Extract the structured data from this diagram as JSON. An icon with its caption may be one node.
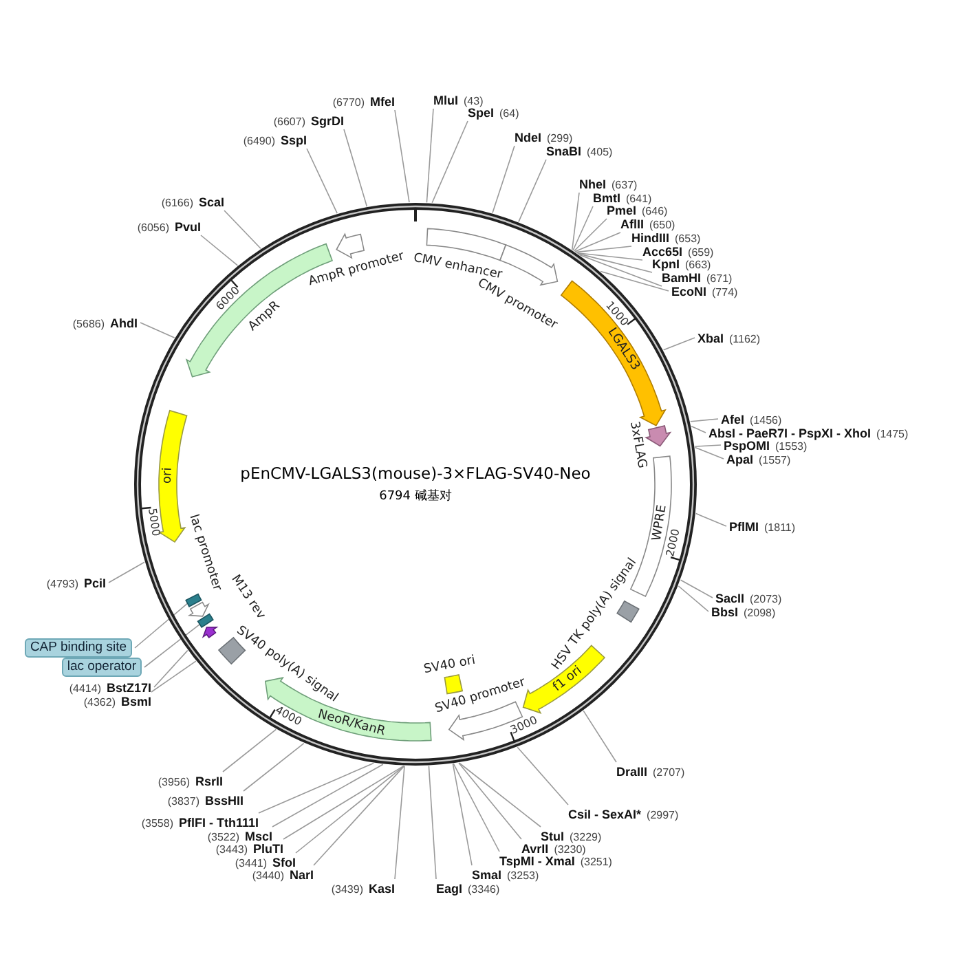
{
  "diagram": {
    "title": "pEnCMV-LGALS3(mouse)-3×FLAG-SV40-Neo",
    "nodes": [
      {
        "text": [],
        "shape": "circle"
      },
      {
        "text": [
          "AmpR promoter"
        ],
        "in": 0
      },
      {
        "text": [
          "CMV enhancer"
        ],
        "in": 0
      },
      {
        "text": [
          "CMV promoter"
        ],
        "in": 0
      },
      {
        "text": [
          "LGALS3"
        ],
        "in": 0
      },
      {
        "text": [
          "3xFLAG"
        ],
        "in": 0
      },
      {
        "text": [
          "WPRE"
        ],
        "in": 0
      },
      {
        "text": [
          "HSV TK poly(A) signal"
        ],
        "in": 0
      },
      {
        "text": [
          "f1 ori"
        ],
        "in": 0
      },
      {
        "text": [
          "SV40 promoter"
        ],
        "in": 0
      },
      {
        "text": [
          "SV40 ori"
        ],
        "in": 0
      },
      {
        "text": [
          "NeoR/KanR"
        ],
        "in": 0
      },
      {
        "text": [
          "SV40 poly(A) signal"
        ],
        "in": 0
      },
      {
        "text": [
          "M13 rev"
        ],
        "in": 0
      },
      {
        "text": [],
        "shape": "box",
        "in": 0
      },
      {
        "text": [
          "lac promoter"
        ],
        "in": 0
      },
      {
        "text": [],
        "shape": "box",
        "in": 0
      },
      {
        "text": [
          "ori"
        ],
        "in": 0
      },
      {
        "text": [
          "AmpR"
        ],
        "in": 0
      },
      {
        "text": [
          "MluI"
        ],
        "beside": [
          "(43)"
        ]
      },
      {
        "text": [
          "SpeI"
        ],
        "beside": [
          "(64)"
        ]
      },
      {
        "text": [
          "NdeI"
        ],
        "beside": [
          "(299)"
        ]
      },
      {
        "text": [
          "SnaBI"
        ],
        "beside": [
          "(405)"
        ]
      },
      {
        "text": [
          "NheI"
        ],
        "beside": [
          "(637)"
        ]
      },
      {
        "text": [
          "BmtI"
        ],
        "beside": [
          "(641)"
        ]
      },
      {
        "text": [
          "PmeI"
        ],
        "beside": [
          "(646)"
        ]
      },
      {
        "text": [
          "AflII"
        ],
        "beside": [
          "(650)"
        ]
      },
      {
        "text": [
          "HindIII"
        ],
        "beside": [
          "(653)"
        ]
      },
      {
        "text": [
          "Acc65I"
        ],
        "beside": [
          "(659)"
        ]
      },
      {
        "text": [
          "KpnI"
        ],
        "beside": [
          "(663)"
        ]
      },
      {
        "text": [
          "BamHI"
        ],
        "beside": [
          "(671)"
        ]
      },
      {
        "text": [
          "EcoNI"
        ],
        "beside": [
          "(774)"
        ]
      },
      {
        "text": [
          "XbaI"
        ],
        "beside": [
          "(1162)"
        ]
      },
      {
        "text": [
          "AfeI"
        ],
        "beside": [
          "(1456)"
        ]
      },
      {
        "text": [
          "AbsI - PaeR7I - PspXI - XhoI"
        ],
        "beside": [
          "(1475)"
        ]
      },
      {
        "text": [
          "PspOMI"
        ],
        "beside": [
          "(1553)"
        ]
      },
      {
        "text": [
          "ApaI"
        ],
        "beside": [
          "(1557)"
        ]
      },
      {
        "text": [
          "PflMI"
        ],
        "beside": [
          "(1811)"
        ]
      },
      {
        "text": [
          "SacII"
        ],
        "beside": [
          "(2073)"
        ]
      },
      {
        "text": [
          "BbsI"
        ],
        "beside": [
          "(2098)"
        ]
      },
      {
        "text": [
          "DraIII"
        ],
        "beside": [
          "(2707)"
        ]
      },
      {
        "text": [
          "CsiI - SexAI*"
        ],
        "beside": [
          "(2997)"
        ]
      },
      {
        "text": [
          "StuI"
        ],
        "beside": [
          "(3229)"
        ]
      },
      {
        "text": [
          "AvrII"
        ],
        "beside": [
          "(3230)"
        ]
      },
      {
        "text": [
          "TspMI - XmaI"
        ],
        "beside": [
          "(3251)"
        ]
      },
      {
        "text": [
          "SmaI"
        ],
        "beside": [
          "(3253)"
        ]
      },
      {
        "text": [
          "EagI"
        ],
        "beside": [
          "(3346)"
        ]
      },
      {
        "text": [
          "KasI"
        ],
        "beside": [
          "(3439)"
        ]
      },
      {
        "text": [
          "NarI"
        ],
        "beside": [
          "(3440)"
        ]
      },
      {
        "text": [
          "SfoI"
        ],
        "beside": [
          "(3441)"
        ]
      },
      {
        "text": [
          "PluTI"
        ],
        "beside": [
          "(3443)"
        ]
      },
      {
        "text": [
          "MscI"
        ],
        "beside": [
          "(3522)"
        ]
      },
      {
        "text": [
          "PflFI - Tth111I"
        ],
        "beside": [
          "(3558)"
        ]
      },
      {
        "text": [
          "BssHII"
        ],
        "beside": [
          "(3837)"
        ]
      },
      {
        "text": [
          "RsrII"
        ],
        "beside": [
          "(3956)"
        ]
      },
      {
        "text": [
          "BsmI"
        ],
        "beside": [
          "(4362)"
        ]
      },
      {
        "text": [
          "BstZ17I"
        ],
        "beside": [
          "(4414)"
        ]
      },
      {
        "text": [
          "lac operator"
        ]
      },
      {
        "text": [
          "CAP binding site"
        ]
      },
      {
        "text": [
          "PciI"
        ],
        "beside": [
          "(4793)"
        ]
      },
      {
        "text": [
          "AhdI"
        ],
        "beside": [
          "(5686)"
        ]
      },
      {
        "text": [
          "PvuI"
        ],
        "beside": [
          "(6056)"
        ]
      },
      {
        "text": [
          "ScaI"
        ],
        "beside": [
          "(6166)"
        ]
      },
      {
        "text": [
          "SspI"
        ],
        "beside": [
          "(6490)"
        ]
      },
      {
        "text": [
          "SgrDI"
        ],
        "beside": [
          "(6607)"
        ]
      },
      {
        "text": [
          "MfeI"
        ],
        "beside": [
          "(6770)"
        ]
      }
    ],
    "edges": [
      {
        "from": 19,
        "to": 0,
        "arrow": "none"
      },
      {
        "from": 20,
        "to": 0,
        "arrow": "none"
      },
      {
        "from": 21,
        "to": 0,
        "arrow": "none"
      },
      {
        "from": 22,
        "to": 0,
        "arrow": "none"
      },
      {
        "from": 23,
        "to": 0,
        "arrow": "none"
      },
      {
        "from": 24,
        "to": 0,
        "arrow": "none"
      },
      {
        "from": 25,
        "to": 0,
        "arrow": "none"
      },
      {
        "from": 26,
        "to": 0,
        "arrow": "none"
      },
      {
        "from": 27,
        "to": 0,
        "arrow": "none"
      },
      {
        "from": 28,
        "to": 0,
        "arrow": "none"
      },
      {
        "from": 29,
        "to": 0,
        "arrow": "none"
      },
      {
        "from": 30,
        "to": 0,
        "arrow": "none"
      },
      {
        "from": 31,
        "to": 0,
        "arrow": "none"
      },
      {
        "from": 32,
        "to": 0,
        "arrow": "none"
      },
      {
        "from": 33,
        "to": 0,
        "arrow": "none"
      },
      {
        "from": 34,
        "to": 0,
        "arrow": "none"
      },
      {
        "from": 35,
        "to": 0,
        "arrow": "none"
      },
      {
        "from": 36,
        "to": 0,
        "arrow": "none"
      },
      {
        "from": 37,
        "to": 0,
        "arrow": "none"
      },
      {
        "from": 38,
        "to": 0,
        "arrow": "none"
      },
      {
        "from": 39,
        "to": 0,
        "arrow": "none"
      },
      {
        "from": 40,
        "to": 0,
        "arrow": "none"
      },
      {
        "from": 41,
        "to": 0,
        "arrow": "none"
      },
      {
        "from": 42,
        "to": 0,
        "arrow": "none"
      },
      {
        "from": 43,
        "to": 0,
        "arrow": "none"
      },
      {
        "from": 44,
        "to": 0,
        "arrow": "none"
      },
      {
        "from": 45,
        "to": 0,
        "arrow": "none"
      },
      {
        "from": 46,
        "to": 0,
        "arrow": "none"
      },
      {
        "from": 47,
        "to": 0,
        "arrow": "none"
      },
      {
        "from": 48,
        "to": 0,
        "arrow": "none"
      },
      {
        "from": 49,
        "to": 0,
        "arrow": "none"
      },
      {
        "from": 50,
        "to": 0,
        "arrow": "none"
      },
      {
        "from": 51,
        "to": 0,
        "arrow": "none"
      },
      {
        "from": 52,
        "to": 0,
        "arrow": "none"
      },
      {
        "from": 53,
        "to": 0,
        "arrow": "none"
      },
      {
        "from": 54,
        "to": 0,
        "arrow": "none"
      },
      {
        "from": 55,
        "to": 0,
        "arrow": "none"
      },
      {
        "from": 56,
        "to": 0,
        "arrow": "none"
      },
      {
        "from": 57,
        "to": 14,
        "arrow": "none"
      },
      {
        "from": 58,
        "to": 16,
        "arrow": "none"
      },
      {
        "from": 59,
        "to": 0,
        "arrow": "none"
      },
      {
        "from": 60,
        "to": 0,
        "arrow": "none"
      },
      {
        "from": 61,
        "to": 0,
        "arrow": "none"
      },
      {
        "from": 62,
        "to": 0,
        "arrow": "none"
      },
      {
        "from": 63,
        "to": 0,
        "arrow": "none"
      },
      {
        "from": 64,
        "to": 0,
        "arrow": "none"
      },
      {
        "from": 65,
        "to": 0,
        "arrow": "none"
      }
    ],
    "labels": [
      "6794 碱基对",
      "1000",
      "2000",
      "3000",
      "4000",
      "5000",
      "6000"
    ]
  }
}
